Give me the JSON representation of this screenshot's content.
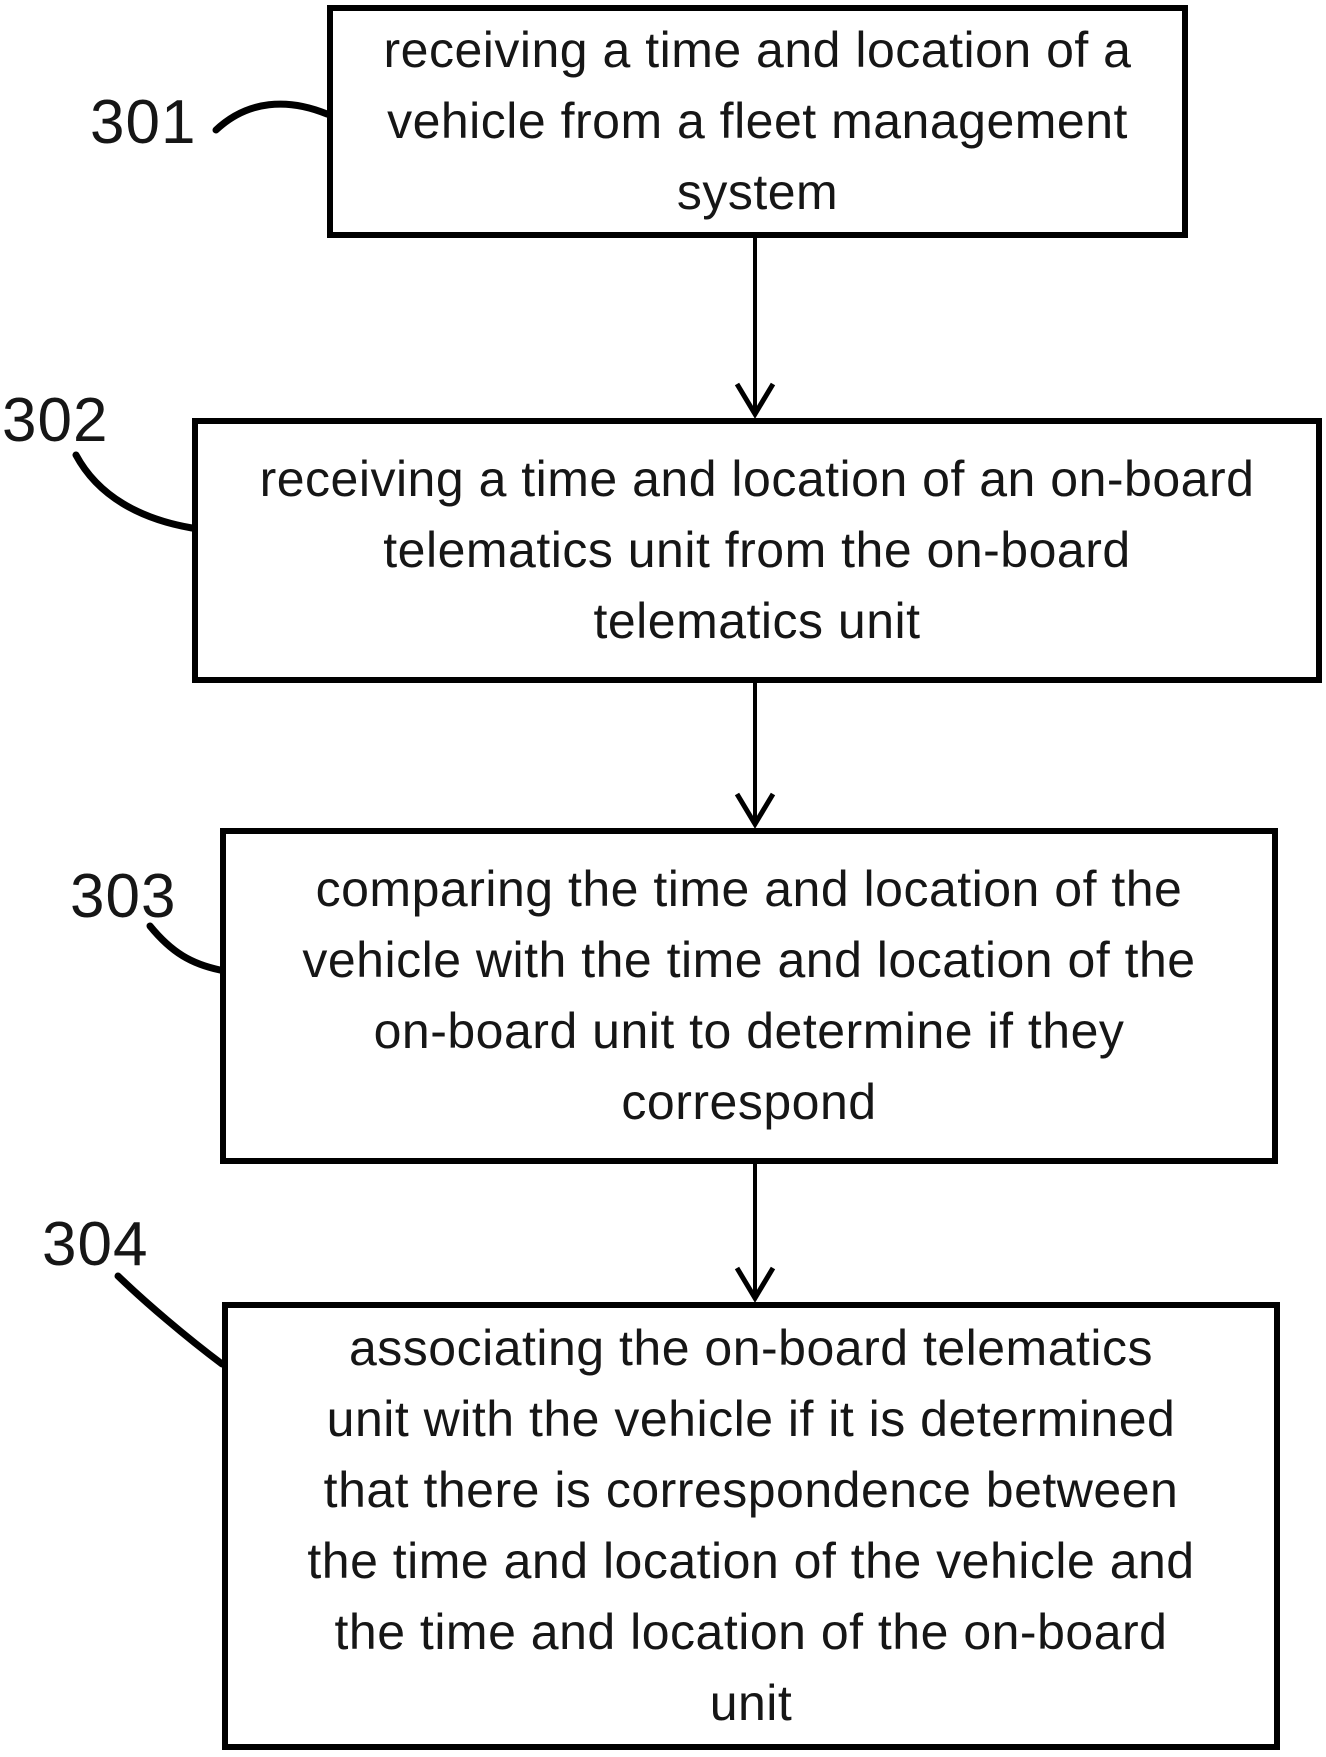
{
  "figure": {
    "background_color": "#ffffff",
    "stroke_color": "#000000",
    "text_color": "#161616"
  },
  "steps": [
    {
      "ref": "301",
      "lines": [
        "receiving a time and location of a",
        "vehicle from a fleet management",
        "system"
      ]
    },
    {
      "ref": "302",
      "lines": [
        "receiving a time and location of an on-board",
        "telematics unit from the on-board",
        "telematics unit"
      ]
    },
    {
      "ref": "303",
      "lines": [
        "comparing the time and location of the",
        "vehicle with the time and location of the",
        "on-board unit to determine if they",
        "correspond"
      ]
    },
    {
      "ref": "304",
      "lines": [
        "associating the on-board telematics",
        "unit with the vehicle if it is determined",
        "that there is correspondence between",
        "the time and location of the vehicle and",
        "the time and location of the on-board",
        "unit"
      ]
    }
  ]
}
